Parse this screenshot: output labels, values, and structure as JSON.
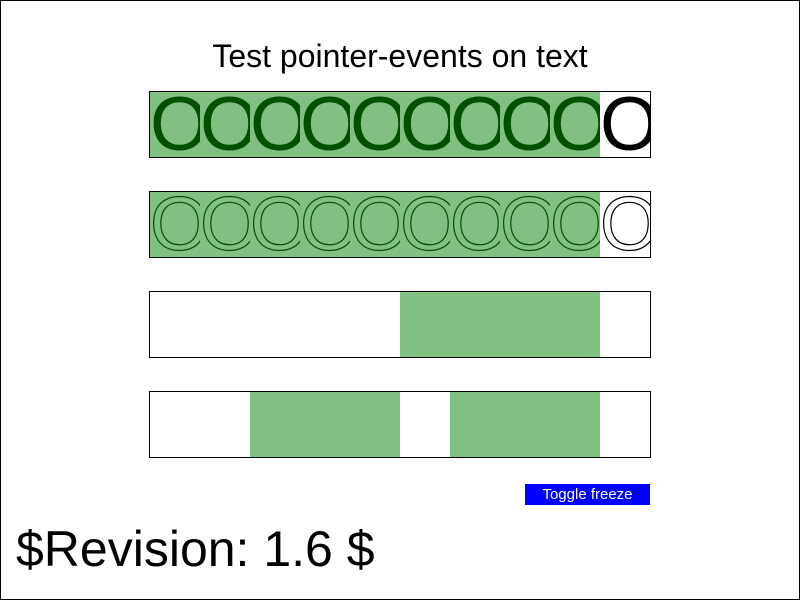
{
  "title": "Test pointer-events on text",
  "rows": [
    {
      "name": "filled-text",
      "glyph_style": "filled",
      "glyphs": [
        "O",
        "O",
        "O",
        "O",
        "O",
        "O",
        "O",
        "O",
        "O",
        "O"
      ],
      "highlighted_count": 9
    },
    {
      "name": "outlined-text",
      "glyph_style": "outlined",
      "glyphs": [
        "O",
        "O",
        "O",
        "O",
        "O",
        "O",
        "O",
        "O",
        "O",
        "O"
      ],
      "highlighted_count": 9
    },
    {
      "name": "rect-row-1",
      "highlight_segments": [
        [
          5,
          9
        ]
      ]
    },
    {
      "name": "rect-row-2",
      "highlight_segments": [
        [
          2,
          5
        ],
        [
          6,
          9
        ]
      ]
    }
  ],
  "toggle_label": "Toggle freeze",
  "revision": "$Revision: 1.6 $",
  "colors": {
    "highlight": "#80c080",
    "glyph_highlighted": "#005000",
    "glyph_plain": "#000000",
    "button_bg": "#0000ff",
    "button_text": "#ffffff"
  }
}
